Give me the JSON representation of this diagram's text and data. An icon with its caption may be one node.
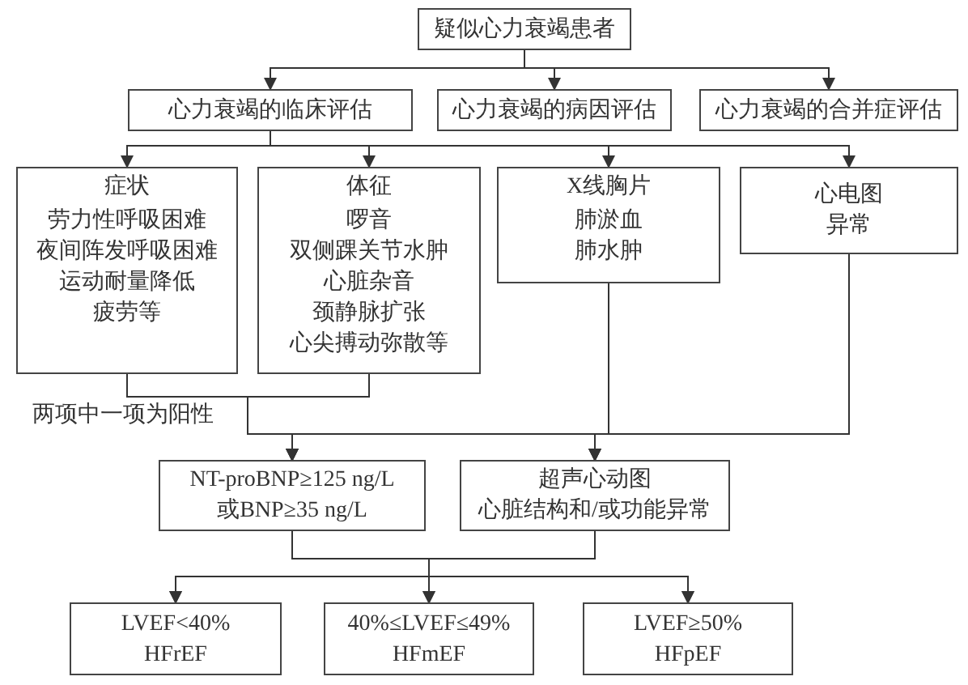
{
  "diagram": {
    "nodes": [
      {
        "text": [
          "疑似心力衰竭患者"
        ]
      },
      {
        "text": [
          "心力衰竭的临床评估"
        ]
      },
      {
        "text": [
          "心力衰竭的病因评估"
        ]
      },
      {
        "text": [
          "心力衰竭的合并症评估"
        ]
      },
      {
        "text": [
          "症状",
          "劳力性呼吸困难",
          "夜间阵发呼吸困难",
          "运动耐量降低",
          "疲劳等"
        ]
      },
      {
        "text": [
          "体征",
          "啰音",
          "双侧踝关节水肿",
          "心脏杂音",
          "颈静脉扩张",
          "心尖搏动弥散等"
        ]
      },
      {
        "text": [
          "X线胸片",
          "肺淤血",
          "肺水肿"
        ]
      },
      {
        "text": [
          "心电图",
          "异常"
        ]
      },
      {
        "text": [
          "NT-proBNP≥125 ng/L",
          "或BNP≥35 ng/L"
        ]
      },
      {
        "text": [
          "超声心动图",
          "心脏结构和/或功能异常"
        ]
      },
      {
        "text": [
          "LVEF<40%",
          "HFrEF"
        ]
      },
      {
        "text": [
          "40%≤LVEF≤49%",
          "HFmEF"
        ]
      },
      {
        "text": [
          "LVEF≥50%",
          "HFpEF"
        ]
      }
    ],
    "edges": [
      {
        "from": 0,
        "to": 1,
        "arrow": "to"
      },
      {
        "from": 0,
        "to": 2,
        "arrow": "to"
      },
      {
        "from": 0,
        "to": 3,
        "arrow": "to"
      },
      {
        "from": 1,
        "to": 4,
        "arrow": "to"
      },
      {
        "from": 1,
        "to": 5,
        "arrow": "to"
      },
      {
        "from": 1,
        "to": 6,
        "arrow": "to"
      },
      {
        "from": 1,
        "to": 7,
        "arrow": "to"
      },
      {
        "from": 4,
        "to": 8,
        "arrow": "to"
      },
      {
        "from": 5,
        "to": 8,
        "arrow": "to"
      },
      {
        "from": 6,
        "to": 8,
        "arrow": "to"
      },
      {
        "from": 7,
        "to": 8,
        "arrow": "to"
      },
      {
        "from": 4,
        "to": 9,
        "arrow": "to"
      },
      {
        "from": 5,
        "to": 9,
        "arrow": "to"
      },
      {
        "from": 6,
        "to": 9,
        "arrow": "to"
      },
      {
        "from": 7,
        "to": 9,
        "arrow": "to"
      },
      {
        "from": 8,
        "to": 10,
        "arrow": "to"
      },
      {
        "from": 9,
        "to": 10,
        "arrow": "to"
      },
      {
        "from": 8,
        "to": 11,
        "arrow": "to"
      },
      {
        "from": 9,
        "to": 11,
        "arrow": "to"
      },
      {
        "from": 8,
        "to": 12,
        "arrow": "to"
      },
      {
        "from": 9,
        "to": 12,
        "arrow": "to"
      }
    ],
    "labels": [
      "两项中一项为阳性"
    ]
  }
}
